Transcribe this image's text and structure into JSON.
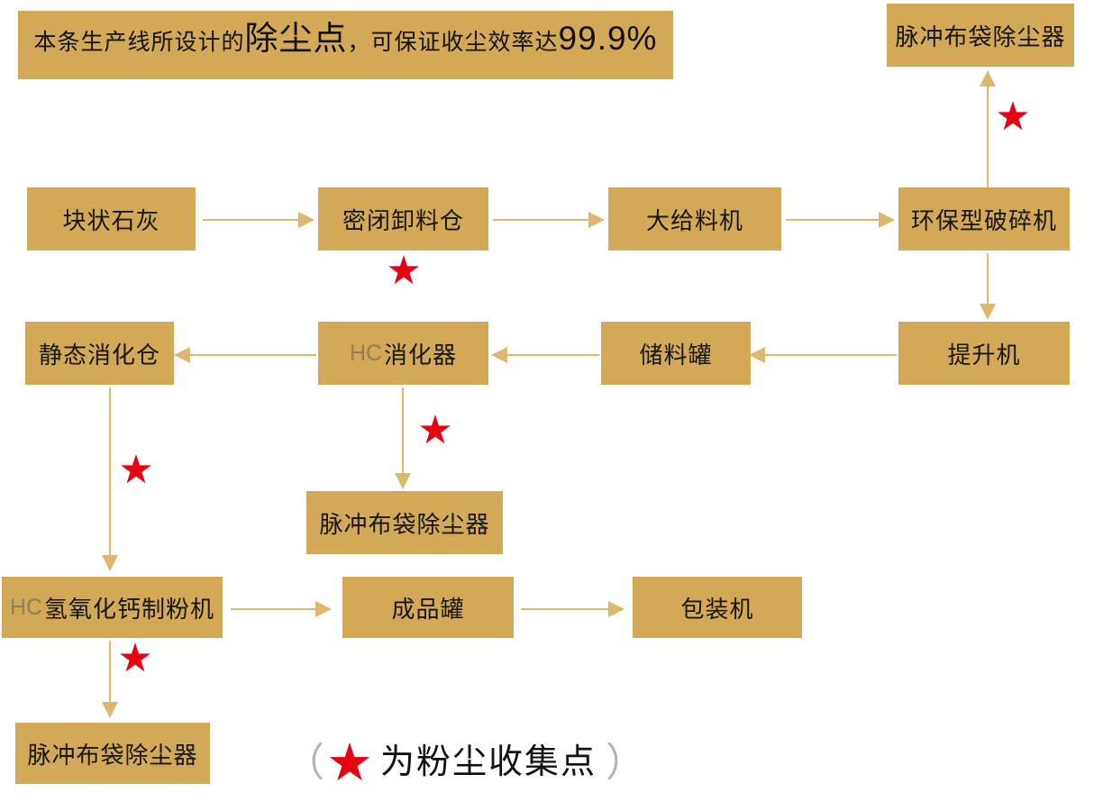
{
  "title_banner": {
    "prefix": "本条生产线所设计的",
    "highlight": "除尘点",
    "middle": "，可保证收尘效率达",
    "value": "99.9%"
  },
  "nodes": {
    "pulse_bag_collector_top": "脉冲布袋除尘器",
    "lump_lime": "块状石灰",
    "sealed_unloading_bin": "密闭卸料仓",
    "large_feeder": "大给料机",
    "eco_crusher": "环保型破碎机",
    "static_digestion_bin": "静态消化仓",
    "hc_digester_prefix": "HC",
    "hc_digester": "消化器",
    "storage_tank": "储料罐",
    "elevator": "提升机",
    "pulse_bag_collector_mid": "脉冲布袋除尘器",
    "hc_mill_prefix": "HC",
    "hc_mill": "氢氧化钙制粉机",
    "finished_product_tank": "成品罐",
    "packing_machine": "包装机",
    "pulse_bag_collector_bottom": "脉冲布袋除尘器"
  },
  "edges": [
    {
      "from": "块状石灰",
      "to": "密闭卸料仓"
    },
    {
      "from": "密闭卸料仓",
      "to": "大给料机"
    },
    {
      "from": "大给料机",
      "to": "环保型破碎机"
    },
    {
      "from": "环保型破碎机",
      "to": "脉冲布袋除尘器(顶部)"
    },
    {
      "from": "环保型破碎机",
      "to": "提升机"
    },
    {
      "from": "提升机",
      "to": "储料罐"
    },
    {
      "from": "储料罐",
      "to": "HC消化器"
    },
    {
      "from": "HC消化器",
      "to": "静态消化仓"
    },
    {
      "from": "HC消化器",
      "to": "脉冲布袋除尘器(中部)"
    },
    {
      "from": "静态消化仓",
      "to": "HC氢氧化钙制粉机"
    },
    {
      "from": "HC氢氧化钙制粉机",
      "to": "成品罐"
    },
    {
      "from": "HC氢氧化钙制粉机",
      "to": "脉冲布袋除尘器(底部)"
    },
    {
      "from": "成品罐",
      "to": "包装机"
    }
  ],
  "dust_collection_points": [
    "密闭卸料仓",
    "环保型破碎机→脉冲布袋除尘器(顶部)",
    "HC消化器→脉冲布袋除尘器(中部)",
    "静态消化仓→HC氢氧化钙制粉机",
    "HC氢氧化钙制粉机→脉冲布袋除尘器(底部)"
  ],
  "legend": {
    "open_paren": "（",
    "star": "★",
    "label": "为粉尘收集点",
    "close_paren": "）"
  },
  "icons": {
    "star": "★"
  },
  "colors": {
    "box_gold": "#d3a957",
    "arrow_gold": "#dcb76d",
    "star_red": "#e60012",
    "hc_text": "#8e8159",
    "text": "#161616",
    "paren_gray": "#b5b5b5"
  }
}
